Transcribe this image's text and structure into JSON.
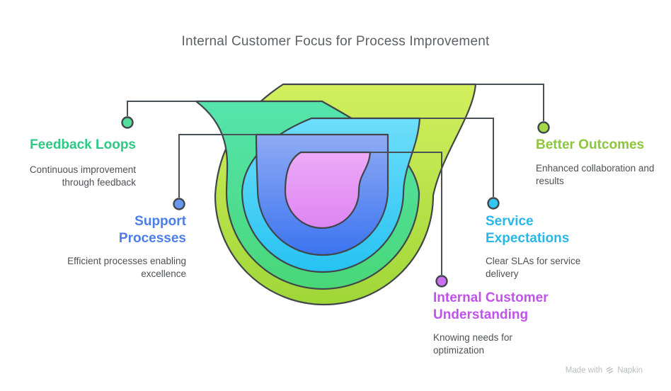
{
  "title": "Internal Customer Focus for Process Improvement",
  "colors": {
    "title_text": "#5c6166",
    "description_text": "#4d5156",
    "outline": "#40464b",
    "connector": "#4a5156",
    "watermark_text": "#b9bdc2"
  },
  "diagram": {
    "type": "nested-funnel-onion",
    "layers": [
      {
        "id": "better-outcomes",
        "label": "Better Outcomes",
        "description": "Enhanced collaboration and results",
        "text_color": "#8dc63d",
        "dot_color": "#a5d847",
        "gradient_top": "#d3ef5e",
        "gradient_bottom": "#9fd737",
        "callout_side": "top-right",
        "ring_position": "outermost"
      },
      {
        "id": "feedback-loops",
        "label": "Feedback Loops",
        "description": "Continuous improvement through feedback",
        "text_color": "#2dc985",
        "dot_color": "#52dd9a",
        "gradient_top": "#55e4ad",
        "gradient_bottom": "#49d778",
        "callout_side": "top-left",
        "ring_position": "2nd"
      },
      {
        "id": "service-expectations",
        "label": "Service Expectations",
        "description": "Clear SLAs for service delivery",
        "text_color": "#29b6e9",
        "dot_color": "#33c6f0",
        "gradient_top": "#6edefa",
        "gradient_bottom": "#27c2f2",
        "callout_side": "right",
        "ring_position": "3rd"
      },
      {
        "id": "support-processes",
        "label": "Support Processes",
        "description": "Efficient processes enabling excellence",
        "text_color": "#4b7ee8",
        "dot_color": "#6b96ee",
        "gradient_top": "#8fabf4",
        "gradient_bottom": "#3c74f0",
        "callout_side": "left",
        "ring_position": "4th"
      },
      {
        "id": "internal-customer-understanding",
        "label": "Internal Customer Understanding",
        "description": "Knowing needs for optimization",
        "text_color": "#bf54ec",
        "dot_color": "#cb6ff0",
        "gradient_top": "#edaaf7",
        "gradient_bottom": "#dd85f2",
        "callout_side": "bottom-right",
        "ring_position": "innermost"
      }
    ]
  },
  "watermark": {
    "prefix": "Made with",
    "brand": "Napkin"
  }
}
